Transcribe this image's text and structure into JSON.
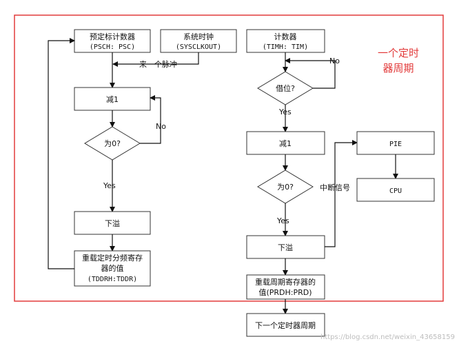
{
  "diagram": {
    "title_lines": [
      "一个定时",
      "器周期"
    ],
    "left": {
      "prescaler_counter": [
        "预定标计数器",
        "(PSCH: PSC)"
      ],
      "sysclk": [
        "系统时钟",
        "(SYSCLKOUT)"
      ],
      "pulse_label": "来一个脉冲",
      "decrement": "减1",
      "decision": "为0?",
      "no_label": "No",
      "yes_label": "Yes",
      "overflow": "下溢",
      "reload": [
        "重载定时分频寄存",
        "器的值",
        "(TDDRH:TDDR)"
      ]
    },
    "right": {
      "counter": [
        "计数器",
        "(TIMH: TIM)"
      ],
      "borrow_decision": "借位?",
      "no_label": "No",
      "yes_label_1": "Yes",
      "decrement": "减1",
      "decision": "为0?",
      "yes_label_2": "Yes",
      "overflow": "下溢",
      "interrupt_label": "中断信号",
      "pie": "PIE",
      "cpu": "CPU",
      "reload_period": [
        "重载周期寄存器的",
        "值(PRDH:PRD)"
      ],
      "next_cycle": "下一个定时器周期"
    },
    "watermark": "https://blog.csdn.net/weixin_43658159"
  }
}
